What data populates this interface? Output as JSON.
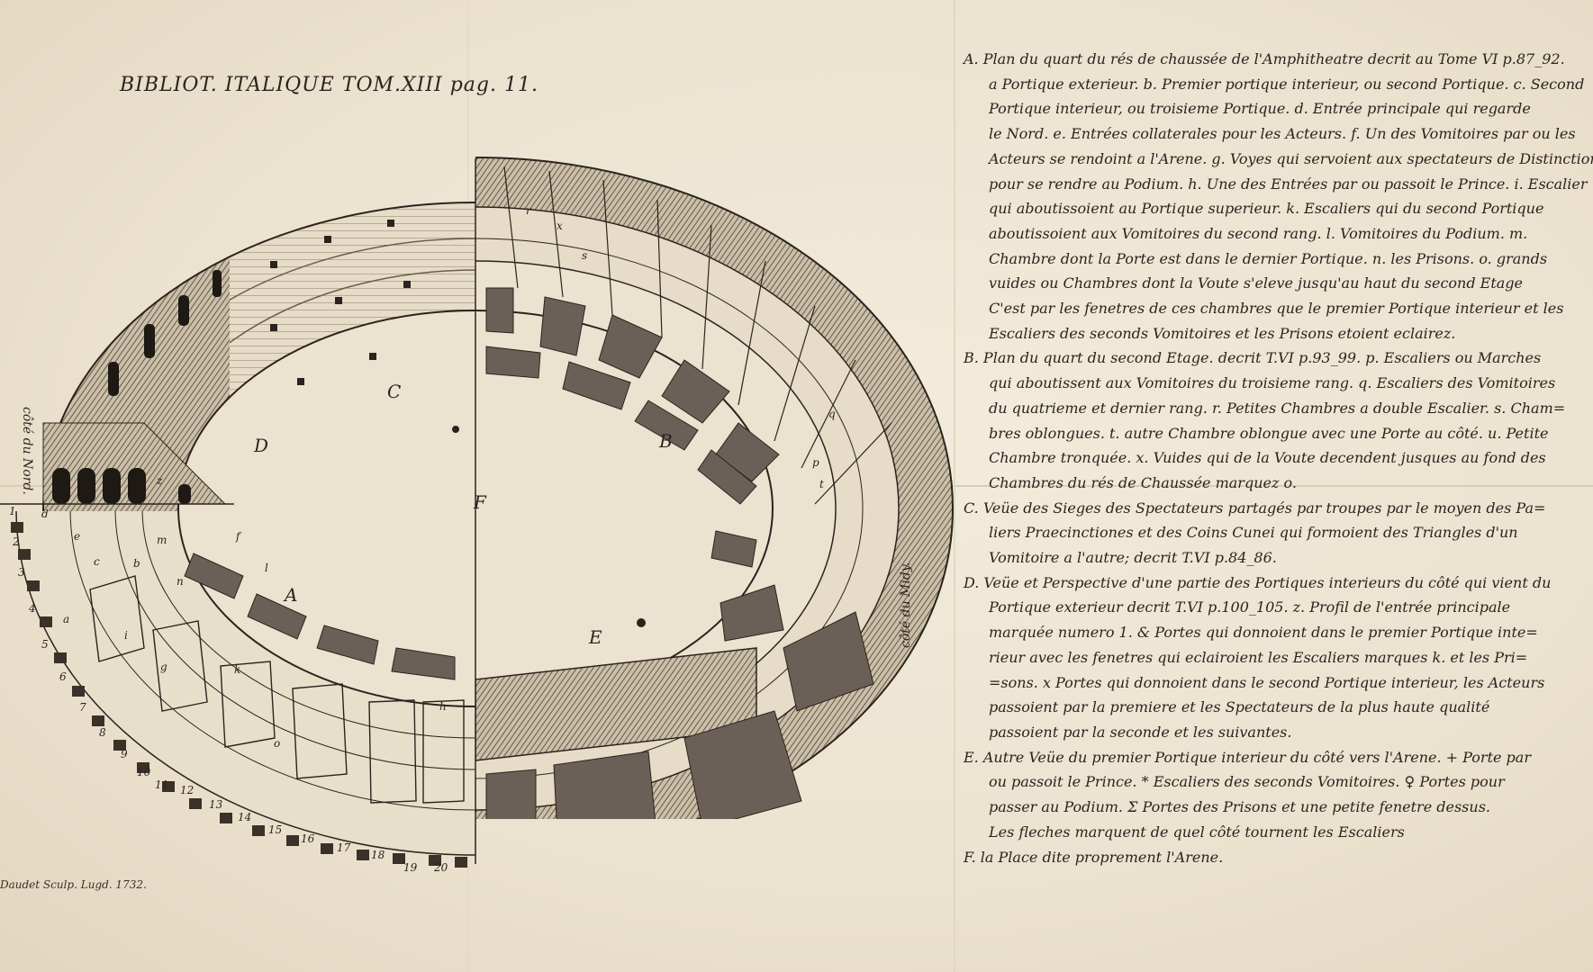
{
  "header": "BIBLIOT. ITALIQUE TOM.XIII pag. 11.",
  "signature": "Daudet Sculp. Lugd. 1732.",
  "plan_labels": {
    "A": "A",
    "B": "B",
    "C": "C",
    "D": "D",
    "E": "E",
    "F": "F",
    "cote_nord": "côté du Nord.",
    "cote_midy": "côté du Midy.",
    "letters": [
      "a",
      "b",
      "c",
      "d",
      "e",
      "f",
      "g",
      "h",
      "i",
      "k",
      "l",
      "m",
      "n",
      "o",
      "p",
      "q",
      "r",
      "s",
      "t",
      "x",
      "z"
    ],
    "numbers": [
      "1",
      "2",
      "3",
      "4",
      "5",
      "6",
      "7",
      "8",
      "9",
      "10",
      "11",
      "12",
      "13",
      "14",
      "15",
      "16",
      "17",
      "18",
      "19",
      "20"
    ]
  },
  "legend": [
    {
      "first": "A. Plan du quart du rés de chaussée de l'Amphitheatre decrit au Tome VI p.87_92.",
      "lines": [
        "a Portique exterieur. b. Premier portique interieur, ou second Portique. c. Second",
        "Portique interieur, ou troisieme Portique. d. Entrée principale qui regarde",
        "le Nord. e. Entrées collaterales pour les Acteurs. f. Un des Vomitoires par ou les",
        "Acteurs se rendoint a l'Arene. g. Voyes qui servoient aux spectateurs de Distinction",
        "pour se rendre au Podium. h. Une des Entrées par ou passoit le Prince. i. Escalier",
        "qui aboutissoient au Portique superieur. k. Escaliers qui du second Portique",
        "aboutissoient aux Vomitoires du second rang. l. Vomitoires du Podium. m.",
        "Chambre dont la Porte est dans le dernier Portique. n. les Prisons. o. grands",
        "vuides ou Chambres dont la Voute s'eleve jusqu'au haut du second Etage",
        "C'est par les fenetres de ces chambres que le premier Portique interieur et les",
        "Escaliers des seconds Vomitoires et les Prisons etoient eclairez."
      ]
    },
    {
      "first": "B. Plan du quart du second Etage. decrit T.VI p.93_99. p. Escaliers ou Marches",
      "lines": [
        "qui aboutissent aux Vomitoires du troisieme rang. q. Escaliers des Vomitoires",
        "du quatrieme et dernier rang. r. Petites Chambres a double Escalier. s. Cham=",
        "bres oblongues. t. autre Chambre oblongue avec une Porte au côté. u. Petite",
        "Chambre tronquée. x. Vuides qui de la Voute decendent jusques au fond des",
        "Chambres du rés de Chaussée marquez o."
      ]
    },
    {
      "first": "C. Veüe des Sieges des Spectateurs partagés par troupes par le moyen des Pa=",
      "lines": [
        "liers Praecinctiones et des Coins Cunei qui formoient des Triangles d'un",
        "Vomitoire a l'autre; decrit T.VI p.84_86."
      ]
    },
    {
      "first": "D. Veüe et Perspective d'une partie des Portiques interieurs du côté qui vient du",
      "lines": [
        "Portique exterieur decrit T.VI p.100_105. z. Profil de l'entrée principale",
        "marquée numero 1. & Portes qui donnoient dans le premier Portique inte=",
        "rieur avec les fenetres qui eclairoient les Escaliers marques k. et les Pri=",
        "=sons. x Portes qui donnoient dans le second Portique interieur, les Acteurs",
        "passoient par la premiere et les Spectateurs de la plus haute qualité",
        "passoient par la seconde et les suivantes."
      ]
    },
    {
      "first": "E. Autre Veüe du premier Portique interieur du côté vers l'Arene. + Porte par",
      "lines": [
        "ou passoit le Prince. * Escaliers des seconds Vomitoires. ♀ Portes pour",
        "passer au Podium. Σ Portes des Prisons et une petite fenetre dessus.",
        "Les fleches marquent de quel côté tournent les Escaliers"
      ]
    },
    {
      "first": "F. la Place dite proprement l'Arene.",
      "lines": []
    }
  ]
}
